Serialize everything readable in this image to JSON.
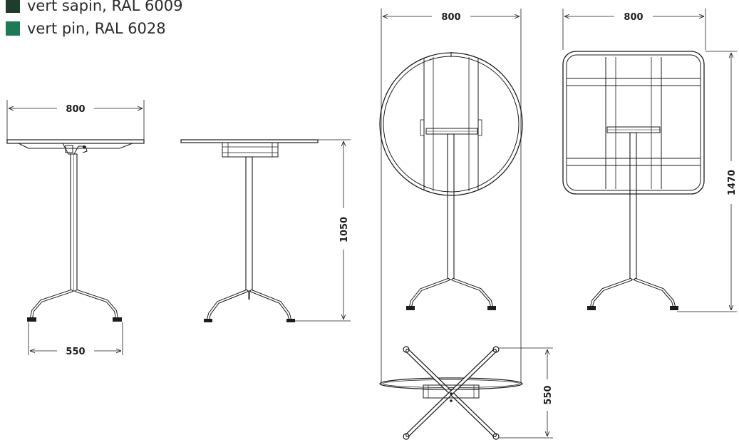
{
  "legend": [
    {
      "label": "vert sapin, RAL 6009",
      "color": "#1e3d2a"
    },
    {
      "label": "vert pin, RAL 6028",
      "color": "#1e7a55"
    }
  ],
  "dimensions": {
    "side_top_width": "800",
    "side_base_width": "550",
    "front_height": "1050",
    "round_top_width": "800",
    "square_top_width": "800",
    "folded_height": "1470",
    "folded_base": "550"
  },
  "colors": {
    "line": "#1c1c1c"
  }
}
